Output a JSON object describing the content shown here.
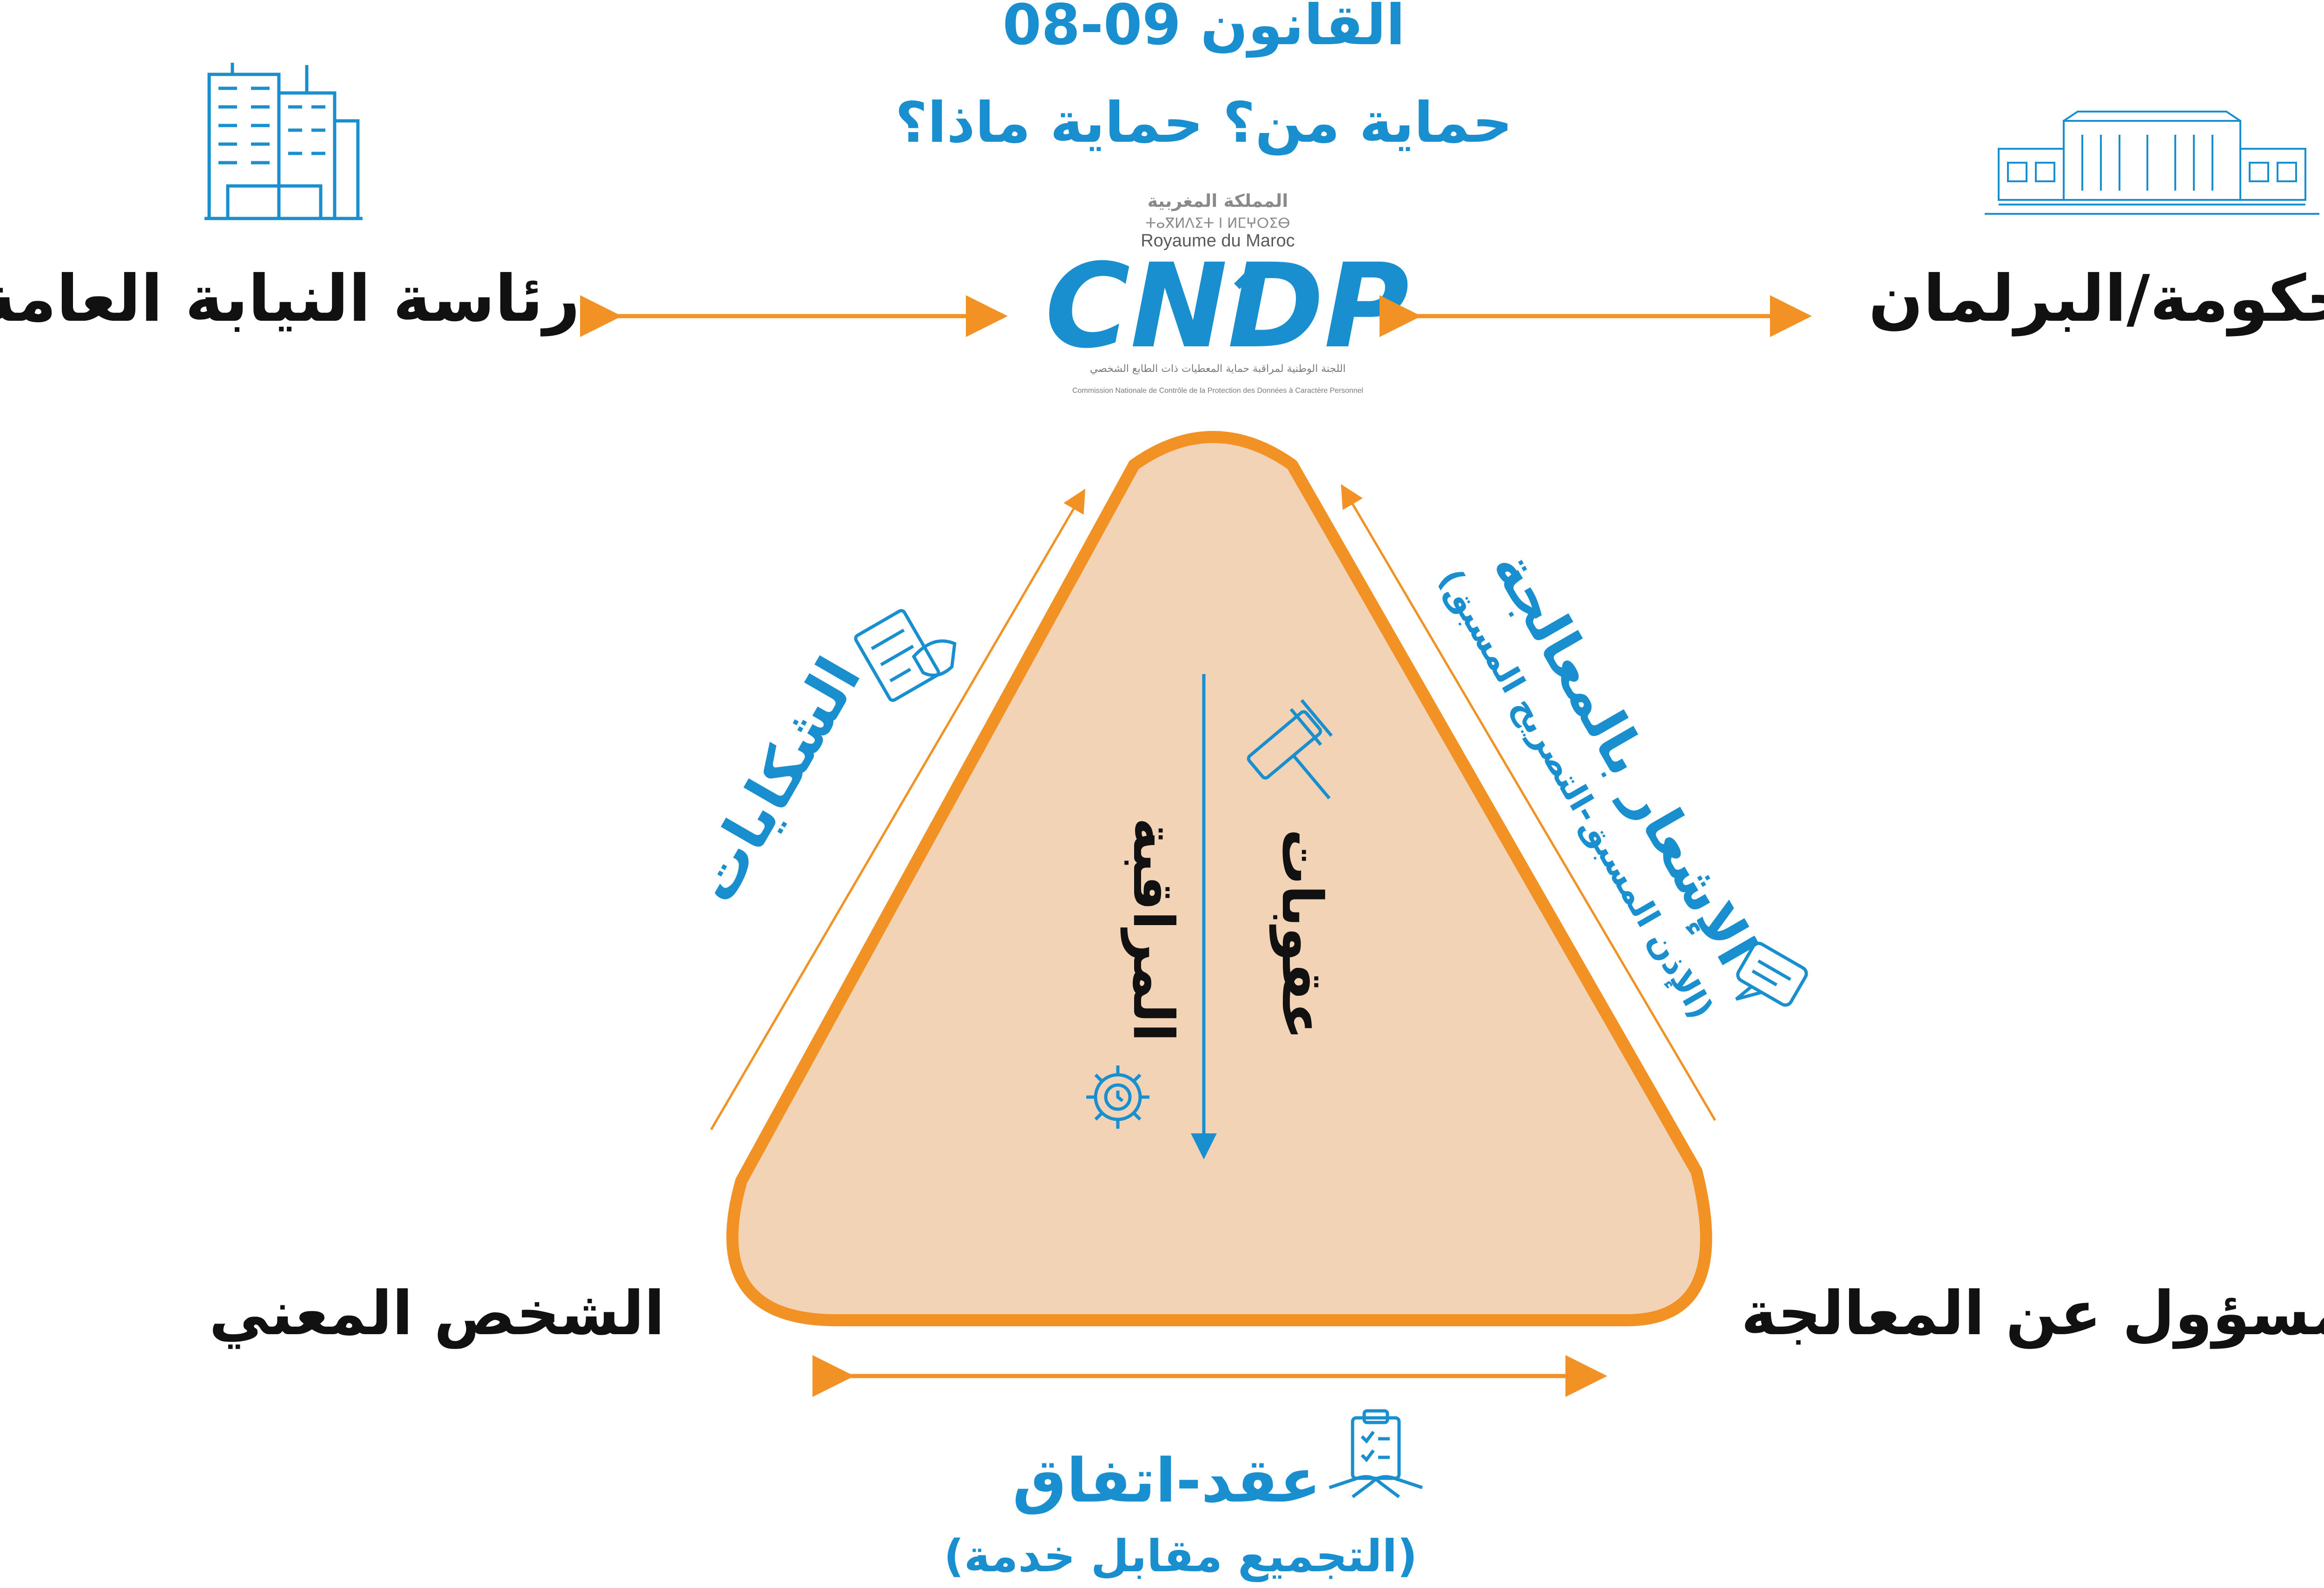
{
  "header": {
    "law": "القانون 09-08",
    "question": "حماية من؟ حماية ماذا؟"
  },
  "logo": {
    "kingdom_ar": "المملكة المغربية",
    "kingdom_tifinagh": "ⵜⴰⴳⵍⴷⵉⵜ ⵏ ⵍⵎⵖⵔⵉⴱ",
    "kingdom_fr": "Royaume du Maroc",
    "brand": "CNDP",
    "commission_ar": "اللجنة الوطنية لمراقبة حماية المعطيات ذات الطابع الشخصي",
    "commission_fr": "Commission Nationale de Contrôle de la Protection des Données à Caractère Personnel"
  },
  "nodes": {
    "prosecution": "رئاسة النيابة العامة",
    "government": "الحكومة/البرلمان",
    "data_subject": "الشخص المعني",
    "controller": "المسؤول عن المعالجة"
  },
  "edges": {
    "complaints": "الشكايات",
    "notification": "الإشعار بالمعالجة",
    "notification_sub": "(الإذن المسبق-التصريح المسبق)",
    "contract": "عقد-اتفاق",
    "contract_sub": "(التجميع مقابل خدمة)"
  },
  "center": {
    "monitoring": "المراقبة",
    "sanctions": "عقوبات"
  },
  "colors": {
    "blue": "#1a8fd0",
    "orange": "#f39224",
    "triangle_fill": "#f3d3b6",
    "text": "#111111"
  },
  "icons": [
    "office-building-icon",
    "parliament-building-icon",
    "hand-document-icon",
    "chat-bubble-icon",
    "gavel-icon",
    "gear-clock-icon",
    "handshake-clipboard-icon"
  ]
}
